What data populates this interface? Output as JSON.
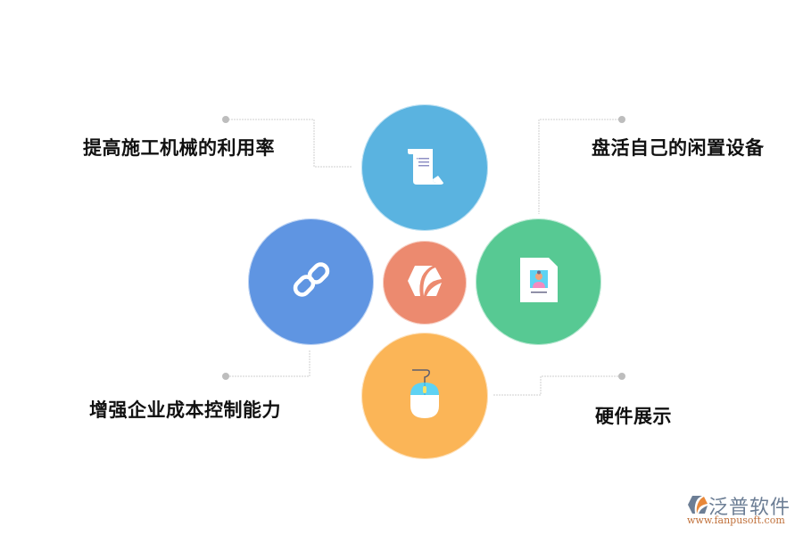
{
  "diagram": {
    "center": {
      "name": "brand-logo",
      "color": "#ec8a6f",
      "icon": "fanpu-logo-icon"
    },
    "nodes": [
      {
        "position": "top",
        "color": "#5ab3e0",
        "icon": "scroll-document-icon",
        "label": "提高施工机械的利用率"
      },
      {
        "position": "right",
        "color": "#57c993",
        "icon": "id-card-file-icon",
        "label": "盘活自己的闲置设备"
      },
      {
        "position": "left",
        "color": "#5f95e2",
        "icon": "chain-link-icon",
        "label": "增强企业成本控制能力"
      },
      {
        "position": "bottom",
        "color": "#fbb557",
        "icon": "computer-mouse-icon",
        "label": "硬件展示"
      }
    ],
    "connector_color": "#cccccc",
    "dot_color": "#bdbdbd"
  },
  "watermark": {
    "brand": "泛普软件",
    "url": "www.fanpusoft.com"
  }
}
